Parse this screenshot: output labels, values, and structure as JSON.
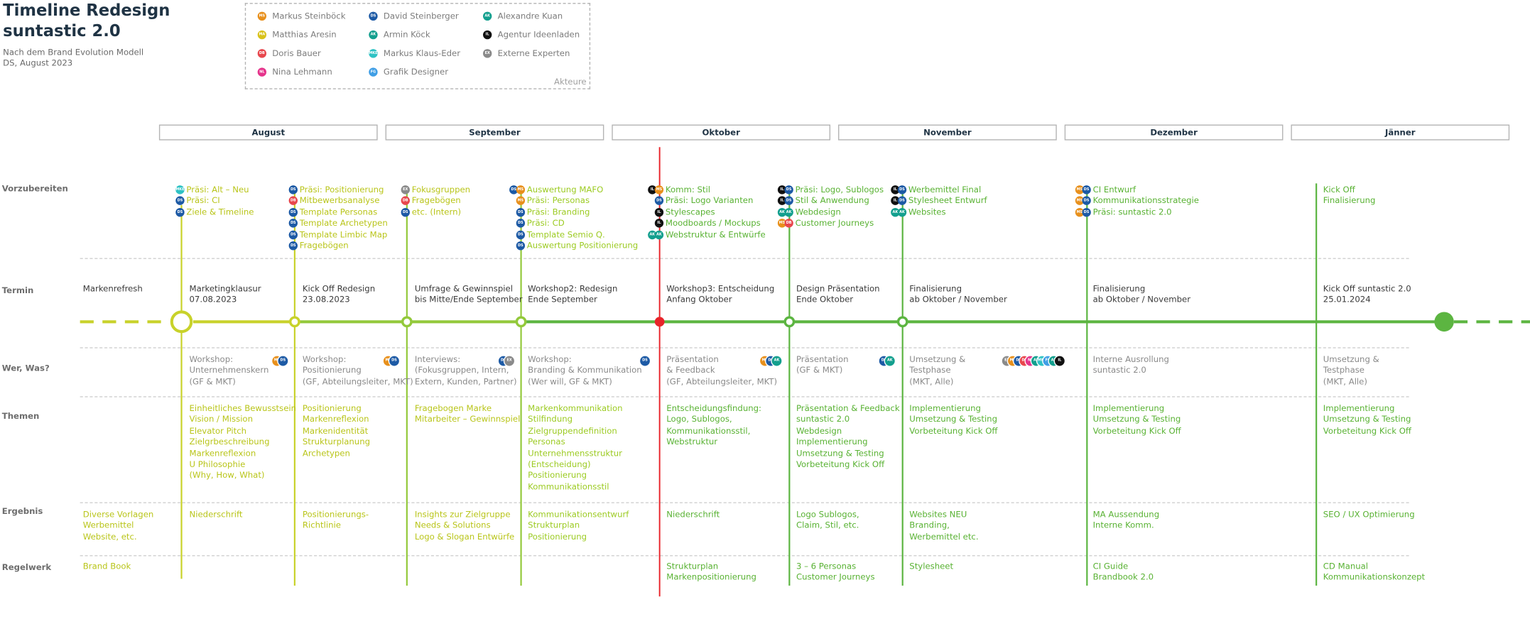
{
  "header": {
    "title_line1": "Timeline Redesign",
    "title_line2": "suntastic 2.0",
    "subtitle": "Nach dem Brand Evolution Modell",
    "date": "DS, August 2023"
  },
  "legend": {
    "caption": "Akteure",
    "people": [
      {
        "initials": "MS",
        "name": "Markus Steinböck",
        "color": "#e8901c"
      },
      {
        "initials": "MA",
        "name": "Matthias Aresin",
        "color": "#d9c21a"
      },
      {
        "initials": "DB",
        "name": "Doris Bauer",
        "color": "#e8474d"
      },
      {
        "initials": "NL",
        "name": "Nina Lehmann",
        "color": "#e5338b"
      },
      {
        "initials": "DS",
        "name": "David Steinberger",
        "color": "#1d5aa5"
      },
      {
        "initials": "AK",
        "name": "Armin Köck",
        "color": "#139f8e"
      },
      {
        "initials": "MKE",
        "name": "Markus Klaus-Eder",
        "color": "#2ec2c4"
      },
      {
        "initials": "FG",
        "name": "Grafik Designer",
        "color": "#3f9ee5"
      },
      {
        "initials": "AK",
        "name": "Alexandre Kuan",
        "color": "#2fc62f"
      },
      {
        "initials": "IL",
        "name": "Agentur Ideenladen",
        "color": "#111111"
      },
      {
        "initials": "EX",
        "name": "Externe Experten",
        "color": "#8a8a8a"
      }
    ]
  },
  "months": [
    "August",
    "September",
    "Oktober",
    "November",
    "Dezember",
    "Jänner"
  ],
  "rows": {
    "vorbereiten": "Vorzubereiten",
    "termin": "Termin",
    "wer": "Wer, Was?",
    "themen": "Themen",
    "ergebnis": "Ergebnis",
    "regelwerk": "Regelwerk"
  },
  "columns": [
    {
      "termin": [
        "Markenrefresh"
      ],
      "ergebnis": [
        "Diverse Vorlagen",
        "Werbemittel",
        "Website, etc."
      ],
      "regelwerk": [
        "Brand Book"
      ]
    },
    {
      "vorbereiten": [
        {
          "avatars": [
            "MKE"
          ],
          "text": "Präsi: Alt – Neu"
        },
        {
          "avatars": [
            "DS"
          ],
          "text": "Präsi: CI"
        },
        {
          "avatars": [
            "DS"
          ],
          "text": "Ziele & Timeline"
        }
      ],
      "termin": [
        "Marketingklausur",
        "07.08.2023"
      ],
      "wer": [
        "Workshop:",
        "Unternehmenskern",
        "(GF & MKT)"
      ],
      "wer_avatars": [
        "MS",
        "DS"
      ],
      "themen": [
        "Einheitliches Bewusstsein",
        "Vision / Mission",
        "Elevator Pitch",
        "Zielgrbeschreibung",
        "Markenreflexion",
        "U Philosophie",
        "(Why, How, What)"
      ],
      "ergebnis": [
        "Niederschrift"
      ]
    },
    {
      "vorbereiten": [
        {
          "avatars": [
            "DS"
          ],
          "text": "Präsi: Positionierung"
        },
        {
          "avatars": [
            "DB"
          ],
          "text": "Mitbewerbsanalyse"
        },
        {
          "avatars": [
            "DS"
          ],
          "text": "Template Personas"
        },
        {
          "avatars": [
            "DS"
          ],
          "text": "Template Archetypen"
        },
        {
          "avatars": [
            "DS"
          ],
          "text": "Template Limbic Map"
        },
        {
          "avatars": [
            "DS"
          ],
          "text": "Fragebögen"
        }
      ],
      "termin": [
        "Kick Off Redesign",
        "23.08.2023"
      ],
      "wer": [
        "Workshop:",
        "Positionierung",
        "(GF, Abteilungsleiter, MKT)"
      ],
      "wer_avatars": [
        "MS",
        "DS"
      ],
      "themen": [
        "Positionierung",
        "Markenreflexion",
        "Markenidentität",
        "Strukturplanung",
        "Archetypen"
      ],
      "ergebnis": [
        "Positionierungs-",
        "Richtlinie"
      ]
    },
    {
      "vorbereiten": [
        {
          "avatars": [
            "EX"
          ],
          "text": "Fokusgruppen"
        },
        {
          "avatars": [
            "DB"
          ],
          "text": "Fragebögen"
        },
        {
          "avatars": [
            "DS"
          ],
          "text": "etc. (Intern)"
        }
      ],
      "termin": [
        "Umfrage & Gewinnspiel",
        "bis Mitte/Ende September"
      ],
      "wer": [
        "Interviews:",
        "(Fokusgruppen, Intern,",
        "Extern, Kunden, Partner)"
      ],
      "wer_avatars": [
        "DS",
        "EX"
      ],
      "themen": [
        "Fragebogen Marke",
        "Mitarbeiter – Gewinnspiel"
      ],
      "ergebnis": [
        "Insights zur Zielgruppe",
        "Needs & Solutions",
        "Logo & Slogan Entwürfe"
      ]
    },
    {
      "vorbereiten": [
        {
          "avatars": [
            "DS",
            "MS"
          ],
          "text": "Auswertung MAFO"
        },
        {
          "avatars": [
            "MS"
          ],
          "text": "Präsi: Personas"
        },
        {
          "avatars": [
            "DS"
          ],
          "text": "Präsi: Branding"
        },
        {
          "avatars": [
            "DS"
          ],
          "text": "Präsi: CD"
        },
        {
          "avatars": [
            "DS"
          ],
          "text": "Template Semio Q."
        },
        {
          "avatars": [
            "DS"
          ],
          "text": "Auswertung Positionierung"
        }
      ],
      "termin": [
        "Workshop2: Redesign",
        "Ende September"
      ],
      "wer": [
        "Workshop:",
        "Branding & Kommunikation",
        "(Wer will, GF & MKT)"
      ],
      "wer_avatars": [
        "DS"
      ],
      "themen": [
        "Markenkommunikation",
        "Stilfindung",
        "Zielgruppendefinition",
        "Personas",
        "Unternehmensstruktur",
        "(Entscheidung)",
        "Positionierung",
        "Kommunikationsstil"
      ],
      "ergebnis": [
        "Kommunikationsentwurf",
        "Strukturplan",
        "Positionierung"
      ]
    },
    {
      "vorbereiten": [
        {
          "avatars": [
            "IL",
            "MS"
          ],
          "text": "Komm: Stil"
        },
        {
          "avatars": [
            "DS"
          ],
          "text": "Präsi: Logo Varianten"
        },
        {
          "avatars": [
            "IL"
          ],
          "text": "Stylescapes"
        },
        {
          "avatars": [
            "IL"
          ],
          "text": "Moodboards / Mockups"
        },
        {
          "avatars": [
            "AK",
            "AK"
          ],
          "text": "Webstruktur & Entwürfe"
        }
      ],
      "termin": [
        "Workshop3: Entscheidung",
        "Anfang Oktober"
      ],
      "wer": [
        "Präsentation",
        "& Feedback",
        "(GF, Abteilungsleiter, MKT)"
      ],
      "wer_avatars": [
        "MS",
        "DS",
        "AK"
      ],
      "themen": [
        "Entscheidungsfindung:",
        "Logo, Sublogos,",
        "Kommunikationsstil,",
        "Webstruktur"
      ],
      "ergebnis": [
        "Niederschrift"
      ],
      "regelwerk": [
        "Strukturplan",
        "Markenpositionierung"
      ]
    },
    {
      "vorbereiten": [
        {
          "avatars": [
            "IL",
            "DS"
          ],
          "text": "Präsi: Logo, Sublogos"
        },
        {
          "avatars": [
            "IL",
            "DS"
          ],
          "text": "Stil & Anwendung"
        },
        {
          "avatars": [
            "AK",
            "AK"
          ],
          "text": "Webdesign"
        },
        {
          "avatars": [
            "MS",
            "DB"
          ],
          "text": "Customer Journeys"
        }
      ],
      "termin": [
        "Design Präsentation",
        "Ende Oktober"
      ],
      "wer": [
        "Präsentation",
        "(GF & MKT)"
      ],
      "wer_avatars": [
        "DS",
        "AK"
      ],
      "themen": [
        "Präsentation & Feedback",
        "suntastic 2.0",
        "Webdesign",
        "Implementierung",
        "Umsetzung & Testing",
        "Vorbeteitung Kick Off"
      ],
      "ergebnis": [
        "Logo Sublogos,",
        "Claim, Stil, etc."
      ],
      "regelwerk": [
        "3 – 6 Personas",
        "Customer Journeys"
      ]
    },
    {
      "vorbereiten": [
        {
          "avatars": [
            "IL",
            "DS"
          ],
          "text": "Werbemittel Final"
        },
        {
          "avatars": [
            "IL",
            "DS"
          ],
          "text": "Stylesheet Entwurf"
        },
        {
          "avatars": [
            "AK",
            "AK"
          ],
          "text": "Websites"
        }
      ],
      "termin": [
        "Finalisierung",
        "ab Oktober / November"
      ],
      "wer": [
        "Umsetzung &",
        "Testphase",
        "(MKT, Alle)"
      ],
      "wer_avatars": [
        "EX",
        "MS",
        "DS",
        "DB",
        "NL",
        "AK",
        "MKE",
        "FG",
        "AK",
        "IL"
      ],
      "themen": [
        "Implementierung",
        "Umsetzung & Testing",
        "Vorbeteitung Kick Off"
      ],
      "ergebnis": [
        "Websites NEU",
        "Branding,",
        "Werbemittel etc."
      ],
      "regelwerk": [
        "Stylesheet"
      ]
    },
    {
      "vorbereiten": [
        {
          "avatars": [
            "MS",
            "DS"
          ],
          "text": "CI Entwurf"
        },
        {
          "avatars": [
            "MS",
            "DS"
          ],
          "text": "Kommunikationsstrategie"
        },
        {
          "avatars": [
            "MS",
            "DS"
          ],
          "text": "Präsi: suntastic 2.0"
        }
      ],
      "termin": [
        "Finalisierung",
        "ab Oktober / November"
      ],
      "wer": [
        "Interne Ausrollung",
        "suntastic 2.0"
      ],
      "themen": [
        "Implementierung",
        "Umsetzung & Testing",
        "Vorbeteitung Kick Off"
      ],
      "ergebnis": [
        "MA Aussendung",
        "Interne Komm."
      ],
      "regelwerk": [
        "CI Guide",
        "Brandbook 2.0"
      ]
    },
    {
      "vorbereiten": [
        {
          "avatars": [],
          "text": "Kick Off"
        },
        {
          "avatars": [],
          "text": "Finalisierung"
        }
      ],
      "termin": [
        "Kick Off suntastic 2.0",
        "25.01.2024"
      ],
      "wer": [
        "Umsetzung &",
        "Testphase",
        "(MKT, Alle)"
      ],
      "themen": [
        "Implementierung",
        "Umsetzung & Testing",
        "Vorbeteitung Kick Off"
      ],
      "ergebnis": [
        "SEO / UX Optimierung"
      ],
      "regelwerk": [
        "CD Manual",
        "Kommunikationskonzept"
      ]
    }
  ],
  "colors": {
    "yellowgreen": "#c8d22a",
    "lime": "#93c93b",
    "green": "#5cb541",
    "today": "#e8242a"
  }
}
